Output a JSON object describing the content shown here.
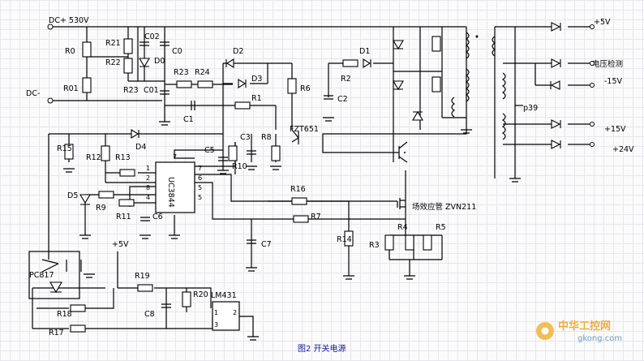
{
  "caption": "图2 开关电源",
  "watermark": {
    "main": "中华工控网",
    "url": "gkong.com"
  },
  "inputs": {
    "dc_plus": "DC+ 530V",
    "dc_minus": "DC-"
  },
  "outputs": {
    "v5": "+5V",
    "voltage_detect": "电压检测",
    "vm15": "-15V",
    "v15": "+15V",
    "v24": "+24V"
  },
  "transformer_pin": "p39",
  "supply_label": "+5V",
  "ics": {
    "pwm": "UC3844",
    "optocoupler": "PC817",
    "reference": "LM431",
    "transistor_q1": "FZT651",
    "mosfet_note": "场效应管 ZVN211"
  },
  "resistors": {
    "r0": "R0",
    "r01": "R01",
    "r21": "R21",
    "r22": "R22",
    "r23a": "R23",
    "r23b": "R23",
    "r24": "R24",
    "r1": "R1",
    "r2": "R2",
    "r6": "R6",
    "r8": "R8",
    "r10": "R10",
    "r15": "R15",
    "r12": "R12",
    "r13": "R13",
    "r9": "R9",
    "r11": "R11",
    "r16": "R16",
    "r7": "R7",
    "r14": "R14",
    "r3": "R3",
    "r4": "R4",
    "r5": "R5",
    "r19": "R19",
    "r20": "R20",
    "r18": "R18",
    "r17": "R17"
  },
  "capacitors": {
    "c02": "C02",
    "c0": "C0",
    "c01": "C01",
    "c1": "C1",
    "c2": "C2",
    "c5": "C5",
    "c3": "C3",
    "c6": "C6",
    "c7": "C7",
    "c8": "C8"
  },
  "diodes": {
    "d0": "D0",
    "d1": "D1",
    "d2": "D2",
    "d3": "D3",
    "d4": "D4",
    "d5": "D5"
  },
  "pins": {
    "ic_left": [
      "1",
      "2",
      "8",
      "4"
    ],
    "ic_right": [
      "7",
      "6",
      "5",
      "5"
    ],
    "ic_top": "7",
    "lm_left": [
      "1",
      "3"
    ],
    "lm_right": "2"
  }
}
